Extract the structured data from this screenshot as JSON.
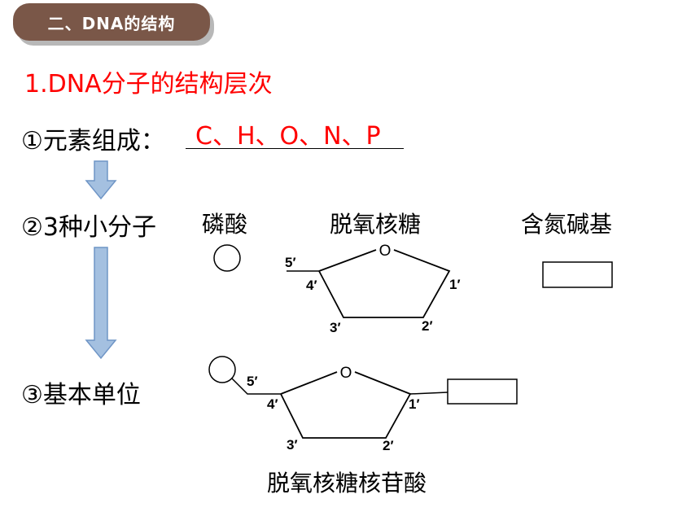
{
  "header": {
    "badge": "二、DNA的结构"
  },
  "heading": "1.DNA分子的结构层次",
  "steps": {
    "composition": "①元素组成：",
    "composition_answer": "C、H、O、N、P",
    "small_molecules": "②3种小分子",
    "basic_unit": "③基本单位"
  },
  "components": {
    "phosphate": "磷酸",
    "deoxyribose": "脱氧核糖",
    "base": "含氮碱基"
  },
  "sugar_labels": {
    "oxygen": "O",
    "c5": "5′",
    "c4": "4′",
    "c1": "1′",
    "c3": "3′",
    "c2": "2′"
  },
  "unit_label": "脱氧核糖核苷酸",
  "colors": {
    "badge": "#7a5748",
    "accent": "#ff0000",
    "arrow": "#a4c0e0",
    "arrow_border": "#6f95c6"
  }
}
